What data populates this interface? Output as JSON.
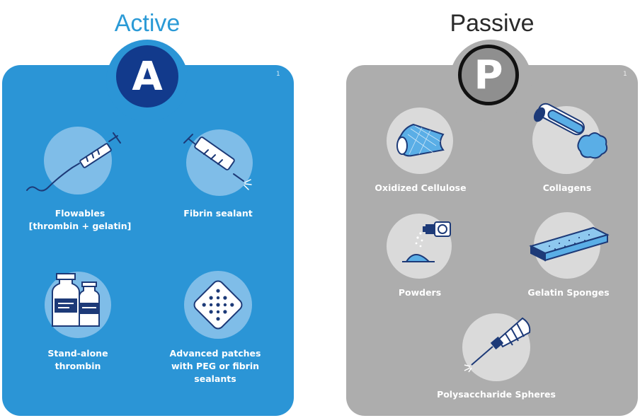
{
  "active": {
    "heading": "Active",
    "badge": "A",
    "page_num": "1",
    "items": [
      {
        "label_lines": [
          "Flowables",
          "[thrombin + gelatin]"
        ]
      },
      {
        "label_lines": [
          "Fibrin sealant"
        ]
      },
      {
        "label_lines": [
          "Stand-alone",
          "thrombin"
        ]
      },
      {
        "label_lines": [
          "Advanced patches",
          "with PEG or fibrin",
          "sealants"
        ]
      }
    ]
  },
  "passive": {
    "heading": "Passive",
    "badge": "P",
    "page_num": "1",
    "items": [
      {
        "label": "Oxidized Cellulose"
      },
      {
        "label": "Collagens"
      },
      {
        "label": "Powders"
      },
      {
        "label": "Gelatin Sponges"
      },
      {
        "label": "Polysaccharide Spheres"
      }
    ]
  },
  "colors": {
    "active_panel": "#2b95d6",
    "active_heading": "#2b9ad6",
    "active_badge": "#123a8c",
    "passive_panel": "#adadad",
    "passive_badge_ring": "#111111",
    "icon_stroke": "#1d3a78"
  }
}
